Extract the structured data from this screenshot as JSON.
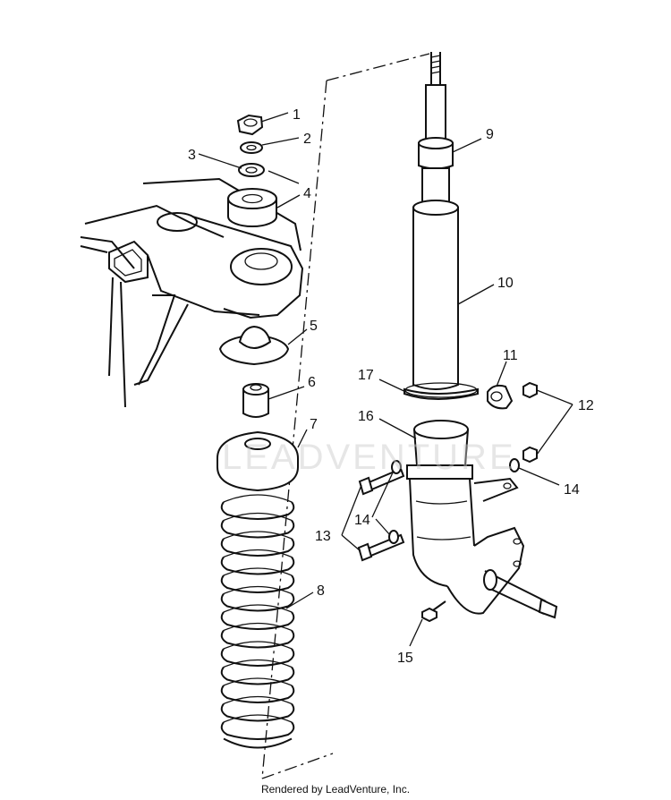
{
  "callouts": [
    "1",
    "2",
    "3",
    "4",
    "5",
    "6",
    "7",
    "8",
    "9",
    "10",
    "11",
    "12",
    "13",
    "14",
    "14",
    "15",
    "16",
    "17"
  ],
  "watermark": "LEADVENTURE",
  "footer": "Rendered by LeadVenture, Inc."
}
